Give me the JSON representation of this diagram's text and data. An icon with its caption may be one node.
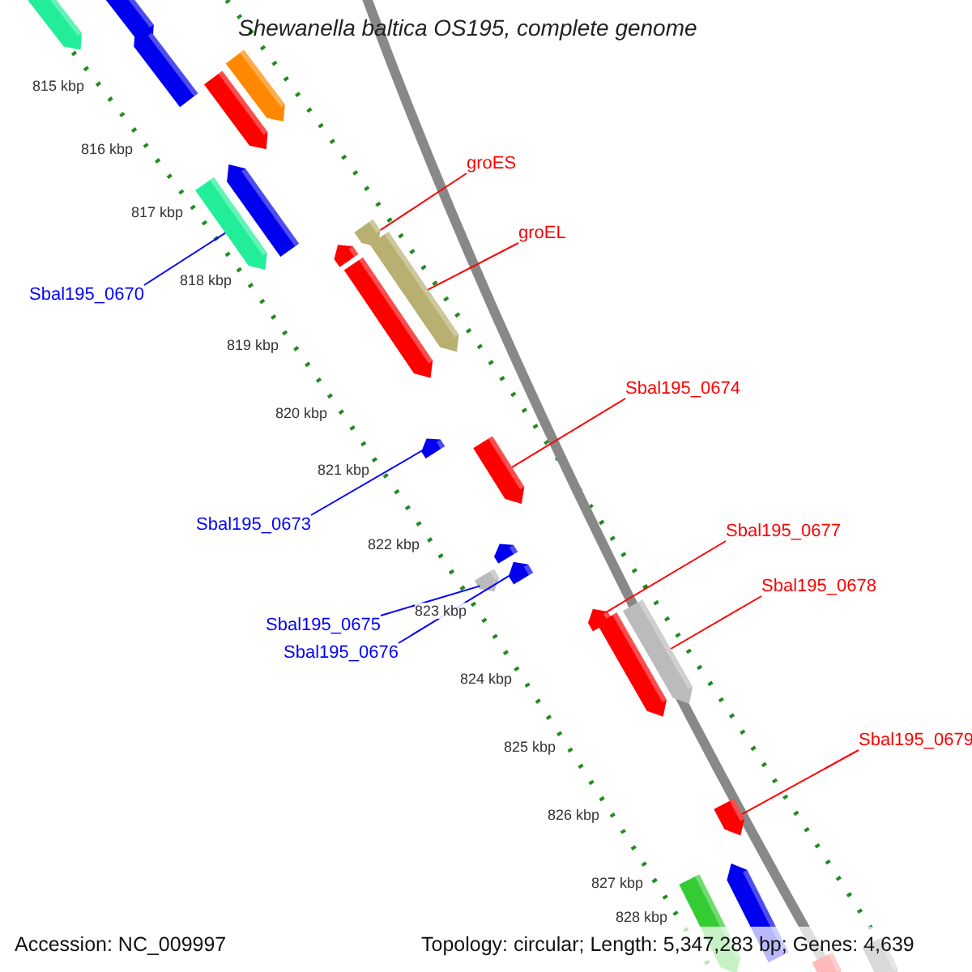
{
  "diagram": {
    "title": "Shewanella baltica OS195, complete genome",
    "nodes": [
      {
        "text": [
          "groES"
        ]
      },
      {
        "text": [
          "groEL"
        ]
      },
      {
        "text": [
          "Sbal195_0670"
        ]
      },
      {
        "text": [
          "Sbal195_0674"
        ]
      },
      {
        "text": [
          "Sbal195_0673"
        ]
      },
      {
        "text": [
          "Sbal195_0677"
        ]
      },
      {
        "text": [
          "Sbal195_0678"
        ]
      },
      {
        "text": [
          "Sbal195_0675"
        ]
      },
      {
        "text": [
          "Sbal195_0676"
        ]
      },
      {
        "text": [
          "Sbal195_0679"
        ]
      },
      {
        "text": [],
        "shape": "bar"
      },
      {
        "text": [],
        "shape": "bar"
      },
      {
        "text": [],
        "shape": "bar"
      },
      {
        "text": [],
        "shape": "bar"
      },
      {
        "text": [],
        "shape": "bar"
      },
      {
        "text": [],
        "shape": "bar"
      },
      {
        "text": [],
        "shape": "bar"
      },
      {
        "text": [],
        "shape": "bar"
      },
      {
        "text": [],
        "shape": "bar"
      },
      {
        "text": [],
        "shape": "bar"
      },
      {
        "text": [],
        "shape": "bar"
      },
      {
        "text": [],
        "shape": "bar"
      },
      {
        "text": [],
        "shape": "bar"
      },
      {
        "text": [],
        "shape": "bar"
      },
      {
        "text": [],
        "shape": "bar"
      },
      {
        "text": [],
        "shape": "bar"
      },
      {
        "text": [],
        "shape": "bar"
      },
      {
        "text": [],
        "shape": "bar"
      },
      {
        "text": [],
        "shape": "bar"
      },
      {
        "text": [],
        "shape": "bar"
      },
      {
        "text": [],
        "shape": "bar"
      },
      {
        "text": [],
        "shape": "bar"
      },
      {
        "text": [],
        "shape": "bar"
      },
      {
        "text": [],
        "shape": "bar"
      }
    ],
    "edges": [
      {
        "from": 0,
        "to": 17,
        "arrow": "none"
      },
      {
        "from": 1,
        "to": 19,
        "arrow": "none"
      },
      {
        "from": 2,
        "to": 16,
        "arrow": "none",
        "color": "#0000ff"
      },
      {
        "from": 3,
        "to": 22,
        "arrow": "none"
      },
      {
        "from": 4,
        "to": 21,
        "arrow": "none",
        "color": "#0000ff"
      },
      {
        "from": 5,
        "to": 26,
        "arrow": "none"
      },
      {
        "from": 6,
        "to": 27,
        "arrow": "none"
      },
      {
        "from": 7,
        "to": 25,
        "arrow": "none",
        "color": "#0000ff"
      },
      {
        "from": 8,
        "to": 24,
        "arrow": "none",
        "color": "#0000ff"
      },
      {
        "from": 9,
        "to": 29,
        "arrow": "none"
      }
    ],
    "labels": [
      "815 kbp",
      "816 kbp",
      "817 kbp",
      "818 kbp",
      "819 kbp",
      "820 kbp",
      "821 kbp",
      "822 kbp",
      "823 kbp",
      "824 kbp",
      "825 kbp",
      "826 kbp",
      "827 kbp",
      "828 kbp",
      "Accession: NC_009997",
      "Topology: circular; Length: 5,347,283 bp; Genes: 4,639"
    ]
  }
}
